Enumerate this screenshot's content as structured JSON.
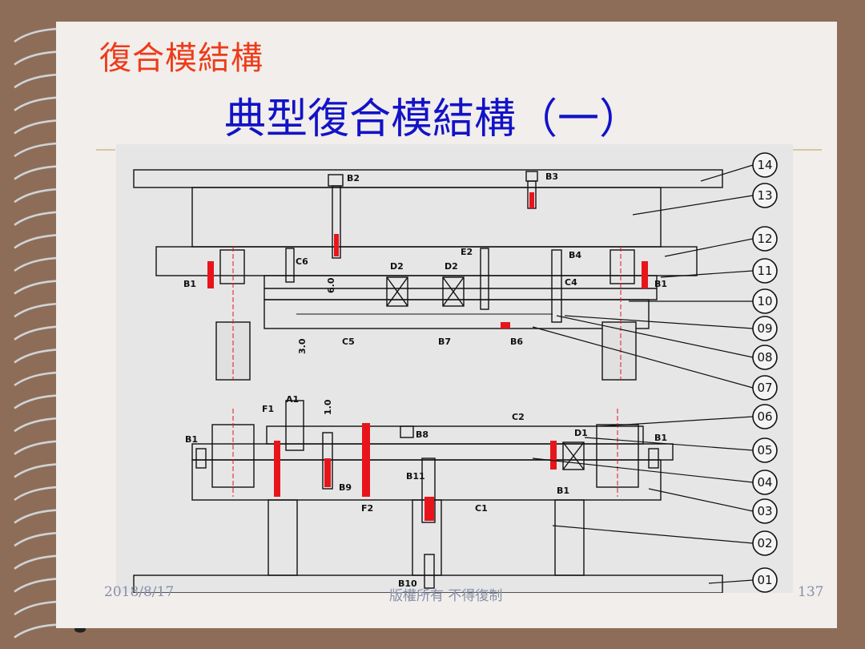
{
  "slide": {
    "header": "復合模結構",
    "title": "典型復合模結構（一）",
    "footer": {
      "date": "2018/8/17",
      "copyright": "版權所有  不得復制",
      "page": "137"
    }
  },
  "diagram": {
    "part_numbers": [
      "14",
      "13",
      "12",
      "11",
      "10",
      "09",
      "08",
      "07",
      "06",
      "05",
      "04",
      "03",
      "02",
      "01"
    ],
    "labels": {
      "b2": "B2",
      "b3": "B3",
      "b4": "B4",
      "e2": "E2",
      "c6": "C6",
      "d2a": "D2",
      "d2b": "D2",
      "b1a": "B1",
      "b1b": "B1",
      "c4": "C4",
      "c5": "C5",
      "b7": "B7",
      "b6": "B6",
      "dim30": "3.0",
      "dim60": "6.0",
      "f1": "F1",
      "a1": "A1",
      "dim10": "1.0",
      "c2": "C2",
      "b1c": "B1",
      "b8": "B8",
      "d1": "D1",
      "b1d": "B1",
      "b11": "B11",
      "b9": "B9",
      "f2": "F2",
      "c1": "C1",
      "b1e": "B1",
      "b10": "B10"
    }
  },
  "colors": {
    "header": "#ee3b1a",
    "title": "#1212c8",
    "frame": "#8e6d58",
    "line": "#111111",
    "highlight": "#e8141c"
  }
}
